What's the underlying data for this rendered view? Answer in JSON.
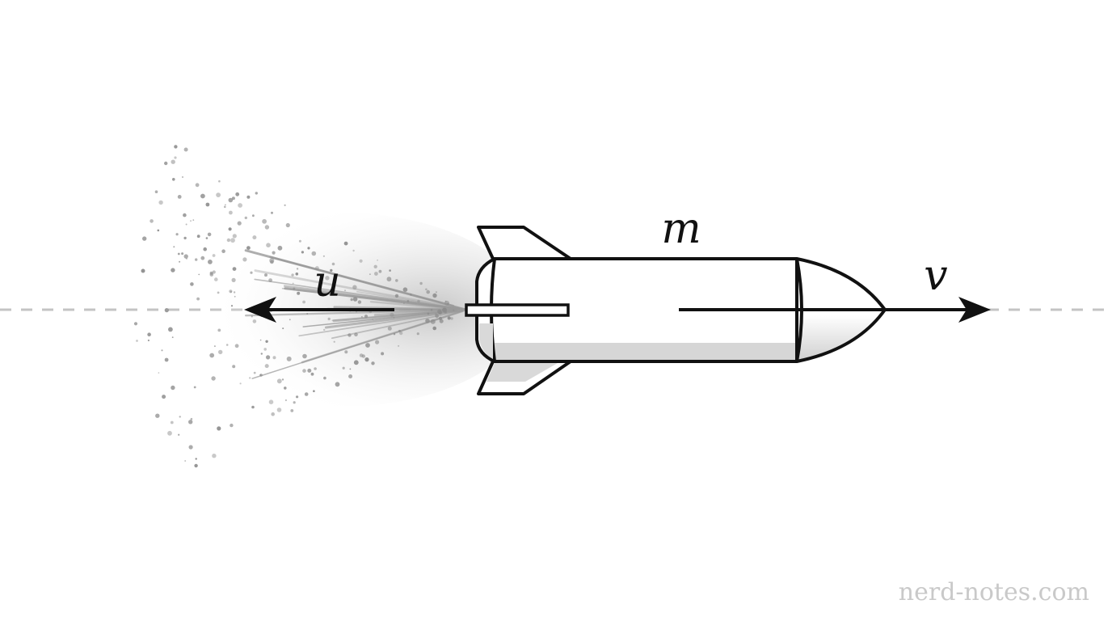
{
  "labels": {
    "mass": "m",
    "exhaust_velocity": "u",
    "rocket_velocity": "v"
  },
  "watermark": "nerd-notes.com",
  "colors": {
    "outline": "#111111",
    "body_fill": "#ffffff",
    "shading": "#d6d6d6",
    "exhaust": "#9a9a9a",
    "axis_line": "#c4c4c4",
    "watermark": "#c9c9c9"
  },
  "icons": {
    "rocket": "rocket-icon",
    "exhaust": "exhaust-plume-icon"
  }
}
